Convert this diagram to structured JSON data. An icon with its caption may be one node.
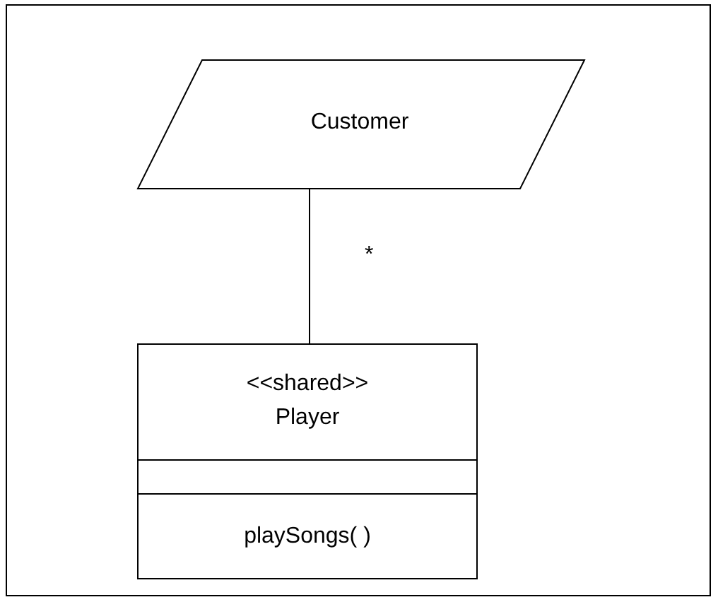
{
  "diagram": {
    "nodes": [
      {
        "text": [
          "Customer"
        ]
      },
      {
        "text": [
          "<<shared>>",
          "Player",
          "playSongs( )"
        ]
      }
    ],
    "edges": [
      {
        "from": 0,
        "to": 1,
        "arrow": "none",
        "label": "*"
      }
    ]
  }
}
